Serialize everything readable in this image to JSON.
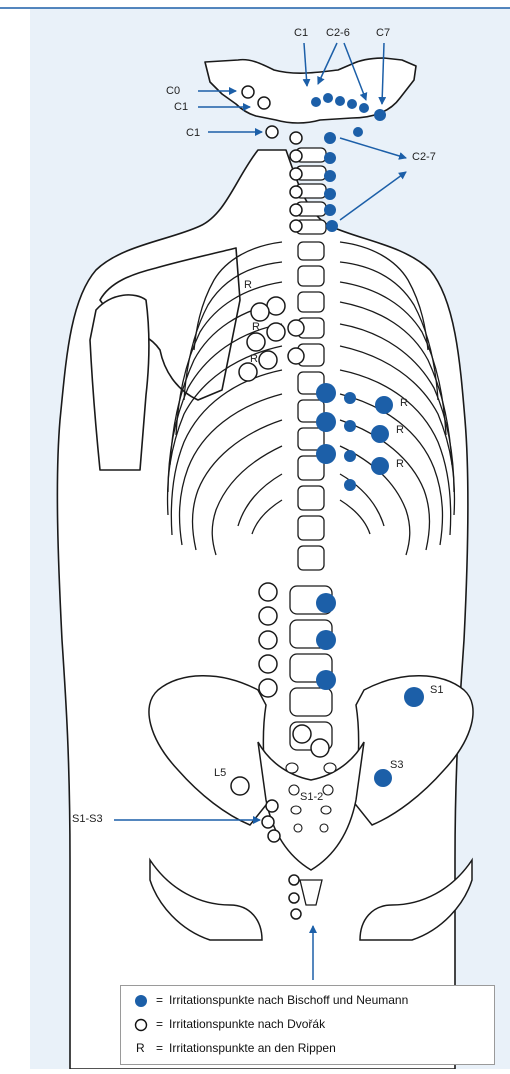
{
  "labels": {
    "c0": "C0",
    "c1_left": "C1",
    "c1_left2": "C1",
    "c1_top": "C1",
    "c2_6": "C2-6",
    "c7": "C7",
    "c2_7": "C2-7",
    "r1": "R",
    "r2": "R",
    "r3": "R",
    "r4": "R",
    "r5": "R",
    "r6": "R",
    "s1": "S1",
    "s3": "S3",
    "l5": "L5",
    "s1_2": "S1-2",
    "s1_s3": "S1-S3"
  },
  "legend": {
    "items": [
      {
        "symbol": "filled-circle",
        "eq": "=",
        "text": "Irritationspunkte nach Bischoff und Neumann"
      },
      {
        "symbol": "open-circle",
        "eq": "=",
        "text": "Irritationspunkte nach Dvořák"
      },
      {
        "symbol": "letter-r",
        "letter": "R",
        "eq": "=",
        "text": "Irritationspunkte an den Rippen"
      }
    ]
  },
  "colors": {
    "background": "#e9f1f9",
    "accent": "#1c5fa8",
    "outline": "#1a1a1a"
  }
}
